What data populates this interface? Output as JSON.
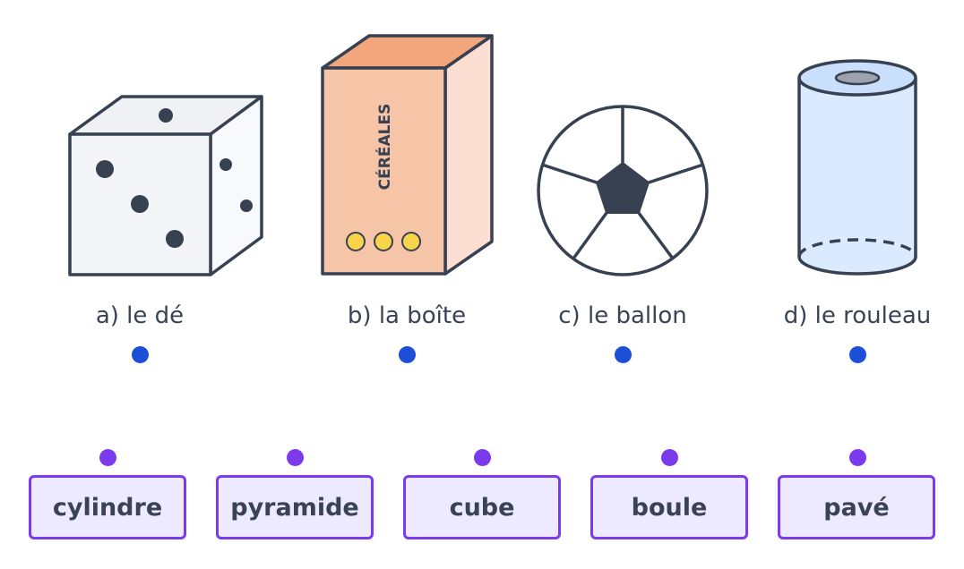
{
  "colors": {
    "outline": "#374151",
    "blue_dot": "#1d4ed8",
    "purple_dot": "#7c3aed",
    "word_border": "#7c3aed",
    "word_fill": "#ede9fe",
    "box_front": "#f6c4a7",
    "box_top": "#f3a57b",
    "box_side": "#fcdfd2",
    "cylinder_fill": "#dbeafe",
    "coin_fill": "#f7d44a"
  },
  "objects": [
    {
      "caption": "a) le dé",
      "icon": "die-icon"
    },
    {
      "caption": "b) la boîte",
      "icon": "cereal-box-icon",
      "box_label": "CÉRÉALES"
    },
    {
      "caption": "c) le ballon",
      "icon": "soccer-ball-icon"
    },
    {
      "caption": "d) le rouleau",
      "icon": "paper-roll-icon"
    }
  ],
  "words": [
    "cylindre",
    "pyramide",
    "cube",
    "boule",
    "pavé"
  ]
}
